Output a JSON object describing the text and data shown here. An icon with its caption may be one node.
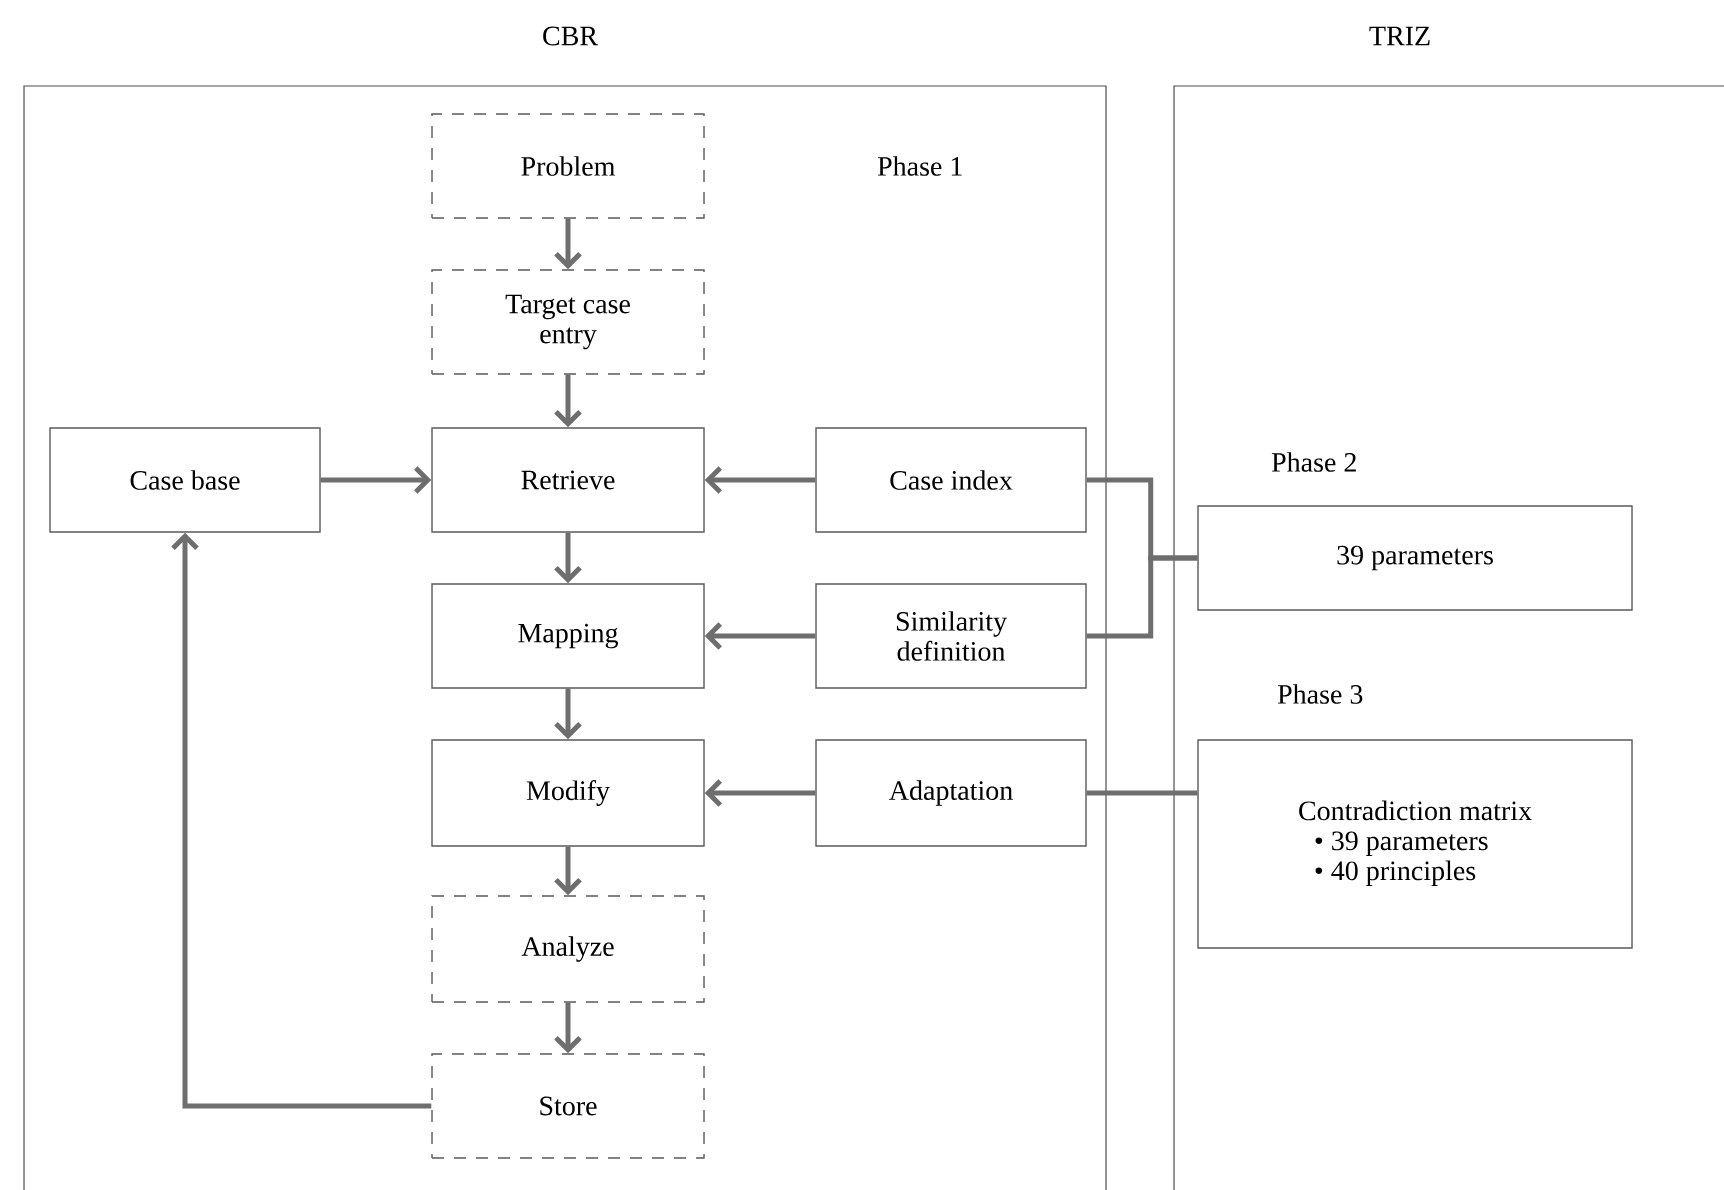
{
  "diagram": {
    "nodes": [
      {
        "text": [
          "CBR"
        ]
      },
      {
        "text": [
          "TRIZ"
        ]
      },
      {
        "text": [
          "Problem"
        ],
        "in": 0
      },
      {
        "text": [
          "Target case entry"
        ],
        "in": 0
      },
      {
        "text": [
          "Case base"
        ],
        "in": 0
      },
      {
        "text": [
          "Retrieve"
        ],
        "in": 0
      },
      {
        "text": [
          "Case index"
        ],
        "in": 0
      },
      {
        "text": [
          "Mapping"
        ],
        "in": 0
      },
      {
        "text": [
          "Similarity definition"
        ],
        "in": 0
      },
      {
        "text": [
          "Modify"
        ],
        "in": 0
      },
      {
        "text": [
          "Adaptation"
        ],
        "in": 0
      },
      {
        "text": [
          "Analyze"
        ],
        "in": 0
      },
      {
        "text": [
          "Store"
        ],
        "in": 0
      },
      {
        "text": [
          "39 parameters"
        ],
        "in": 1
      },
      {
        "text": [
          "Contradiction matrix",
          "• 39 parameters",
          "• 40 principles"
        ],
        "in": 1
      }
    ],
    "edges": [
      {
        "from": 2,
        "to": 3,
        "arrow": "to"
      },
      {
        "from": 3,
        "to": 5,
        "arrow": "to"
      },
      {
        "from": 4,
        "to": 5,
        "arrow": "to"
      },
      {
        "from": 6,
        "to": 5,
        "arrow": "to"
      },
      {
        "from": 5,
        "to": 7,
        "arrow": "to"
      },
      {
        "from": 8,
        "to": 7,
        "arrow": "to"
      },
      {
        "from": 7,
        "to": 9,
        "arrow": "to"
      },
      {
        "from": 10,
        "to": 9,
        "arrow": "to"
      },
      {
        "from": 9,
        "to": 11,
        "arrow": "to"
      },
      {
        "from": 11,
        "to": 12,
        "arrow": "to"
      },
      {
        "from": 12,
        "to": 4,
        "arrow": "to"
      },
      {
        "from": 6,
        "to": 13,
        "arrow": "none"
      },
      {
        "from": 8,
        "to": 13,
        "arrow": "none"
      },
      {
        "from": 10,
        "to": 14,
        "arrow": "none"
      }
    ],
    "labels": [
      "Phase 1",
      "Phase 2",
      "Phase 3"
    ]
  }
}
